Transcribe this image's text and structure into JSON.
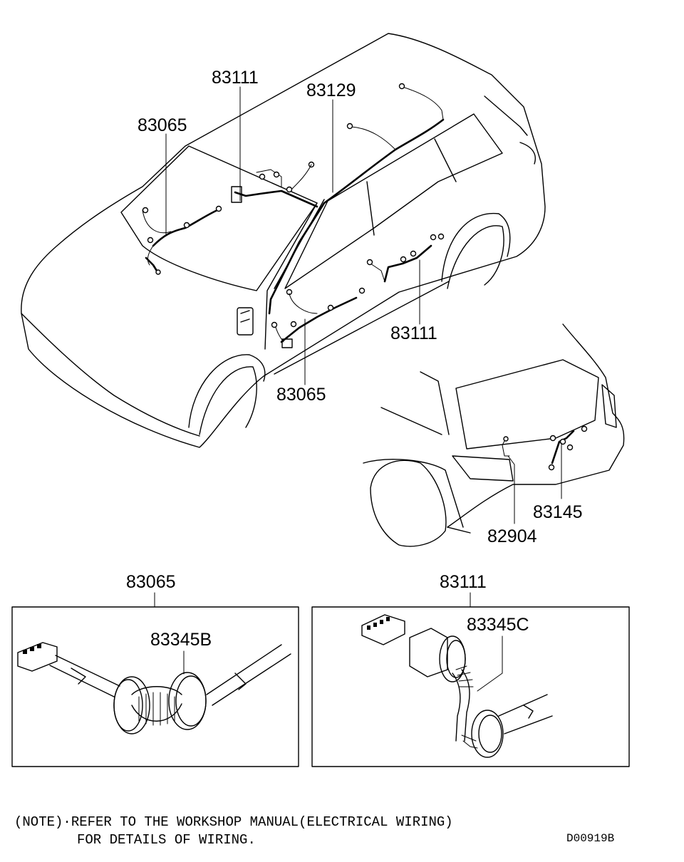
{
  "callouts": {
    "front_83111": "83111",
    "roof_83129": "83129",
    "front_83065": "83065",
    "side_83111": "83111",
    "side_83065": "83065",
    "rear_83145": "83145",
    "rear_82904": "82904"
  },
  "details": {
    "left": {
      "part": "83065",
      "grommet": "83345B"
    },
    "right": {
      "part": "83111",
      "grommet": "83345C"
    }
  },
  "note": {
    "line1": "(NOTE)·REFER TO THE WORKSHOP MANUAL(ELECTRICAL WIRING)",
    "line2": "FOR DETAILS OF WIRING."
  },
  "drawing_code": "D00919B"
}
